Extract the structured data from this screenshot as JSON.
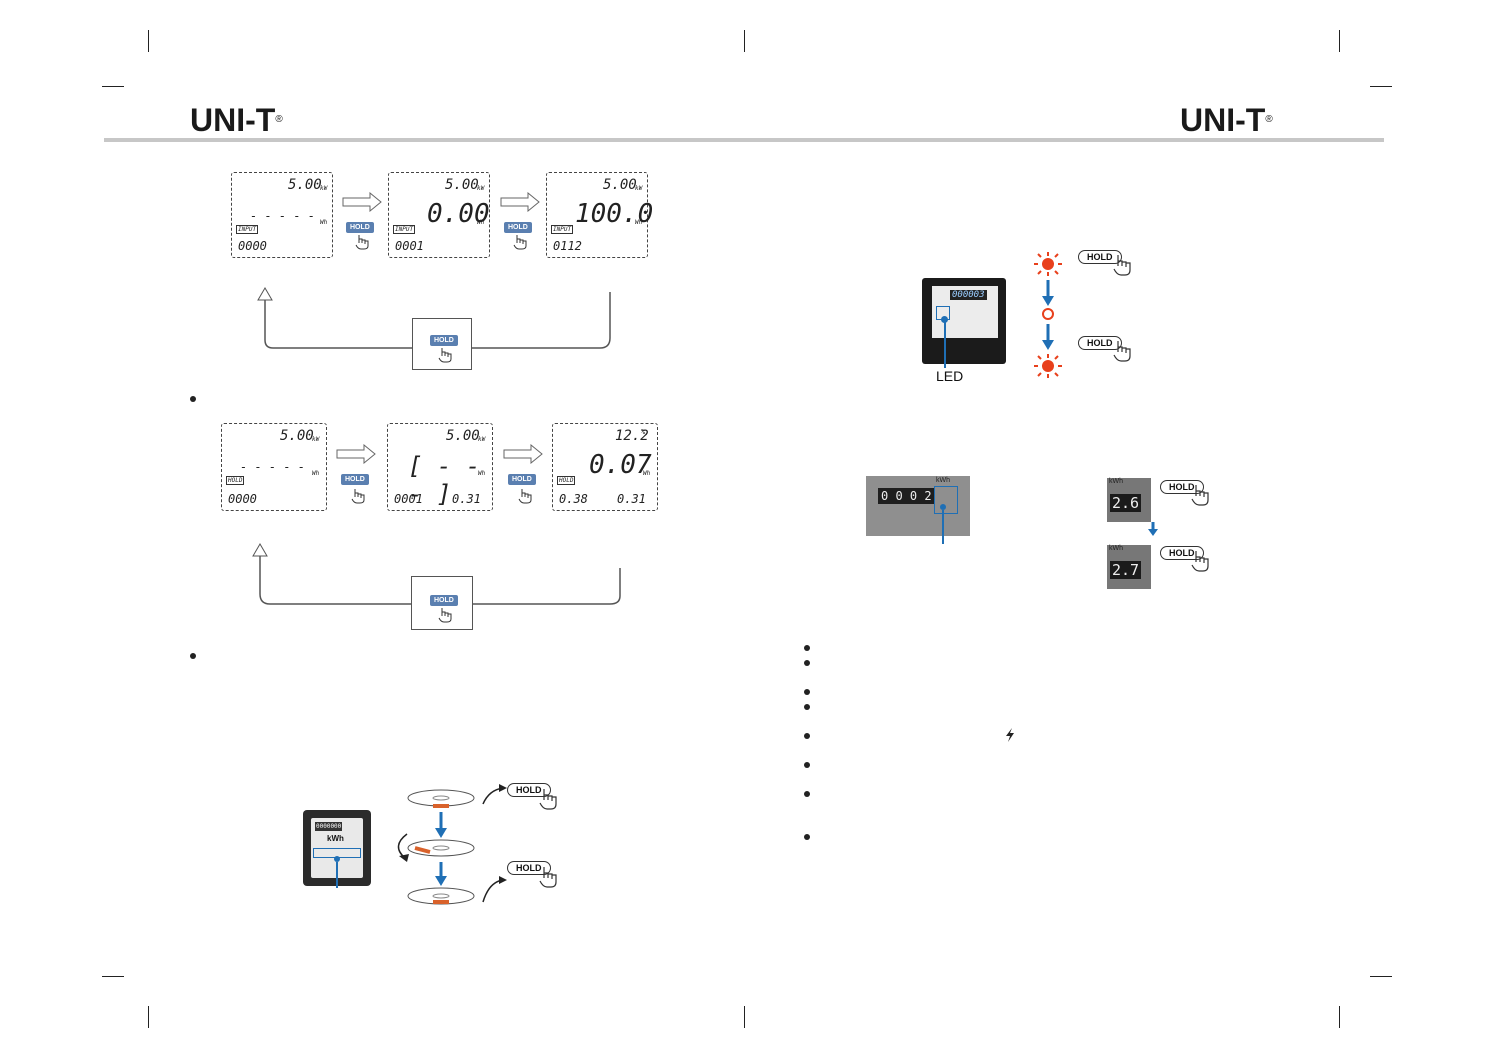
{
  "header": {
    "brand_left": "UNI-T",
    "brand_right": "UNI-T",
    "reg_mark": "®"
  },
  "seq1": {
    "lcd": [
      {
        "top": "5.00",
        "unit_top": "kW",
        "main": "- - - - -",
        "unit_main": "Wh",
        "bottom": "0000",
        "tag": "INPUT"
      },
      {
        "top": "5.00",
        "unit_top": "kW",
        "main": "0.00",
        "unit_main": "Wh",
        "bottom": "0001",
        "tag": "INPUT"
      },
      {
        "top": "5.00",
        "unit_top": "kW",
        "main": "100.0",
        "unit_main": "Wh",
        "bottom": "0112",
        "tag": "INPUT"
      }
    ],
    "hold": "HOLD"
  },
  "seq2": {
    "lcd": [
      {
        "top": "5.00",
        "unit_top": "kW",
        "main": "- - - - -",
        "unit_main": "Wh",
        "bottom_left": "0000",
        "bottom_right": "",
        "tag": "HOLD"
      },
      {
        "top": "5.00",
        "unit_top": "kW",
        "main": "[ - - - ]",
        "unit_main": "Wh",
        "bottom_left": "0001",
        "bottom_right": "0.31",
        "tag": ""
      },
      {
        "top": "12.2",
        "unit_top": "%",
        "main": "0.07",
        "unit_main": "Wh",
        "bottom_left": "0.38",
        "bottom_right": "0.31",
        "tag": "HOLD"
      }
    ],
    "hold": "HOLD"
  },
  "figure_right_top": {
    "meter_display": "000003",
    "led_label": "LED",
    "hold": "HOLD"
  },
  "figure_right_mid": {
    "counter_digits": "0 0 0 2",
    "counter_unit": "kWh",
    "before": "2.6",
    "after": "2.7",
    "unit": "kWh",
    "hold": "HOLD"
  },
  "figure_left_bottom": {
    "meter_unit": "kWh",
    "meter_digits": "0000000",
    "hold": "HOLD"
  },
  "colors": {
    "accent_blue": "#1f6fb5",
    "led_red": "#e8401c",
    "rule_gray": "#c7c7c7"
  }
}
